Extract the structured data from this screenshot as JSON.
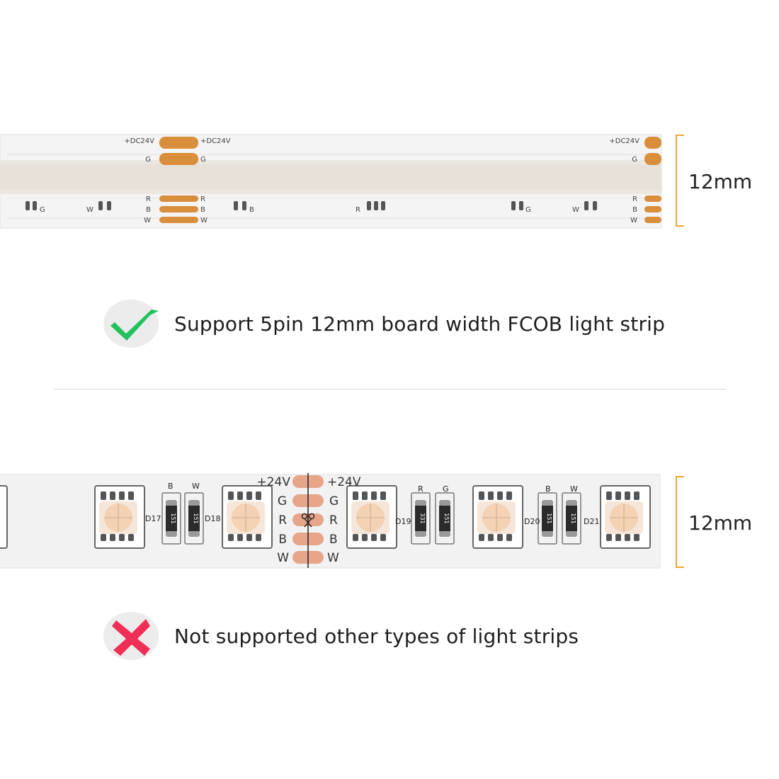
{
  "fcob_strip": {
    "pad_labels_left": [
      "+DC24V",
      "G",
      "R",
      "B",
      "W"
    ],
    "pad_labels_right": [
      "+DC24V",
      "G",
      "R",
      "B",
      "W"
    ],
    "end_labels": [
      "+DC24V",
      "G",
      "R",
      "B",
      "W"
    ],
    "chip_labels": [
      "G",
      "W",
      "B",
      "R",
      "G",
      "W"
    ],
    "width_label": "12mm",
    "pad_color": "#d98e3c"
  },
  "supported": {
    "text": "Support 5pin 12mm board width FCOB light strip",
    "icon": "checkmark-icon",
    "icon_color": "#22c35e"
  },
  "smd_strip": {
    "pad_labels_left": [
      "+24V",
      "G",
      "R",
      "B",
      "W"
    ],
    "pad_labels_right": [
      "+24V",
      "G",
      "R",
      "B",
      "W"
    ],
    "led_labels": [
      "D17",
      "D18",
      "D19",
      "D20",
      "D21"
    ],
    "resistor_top_labels": [
      "B",
      "W",
      "R",
      "G",
      "B",
      "W"
    ],
    "resistor_values": [
      "151",
      "151",
      "331",
      "151",
      "151",
      "151"
    ],
    "width_label": "12mm",
    "pad_color": "#e7a58a"
  },
  "unsupported": {
    "text": "Not supported other types of light strips",
    "icon": "cross-icon",
    "icon_color": "#ef2f55"
  },
  "accent_color": "#f0a531"
}
